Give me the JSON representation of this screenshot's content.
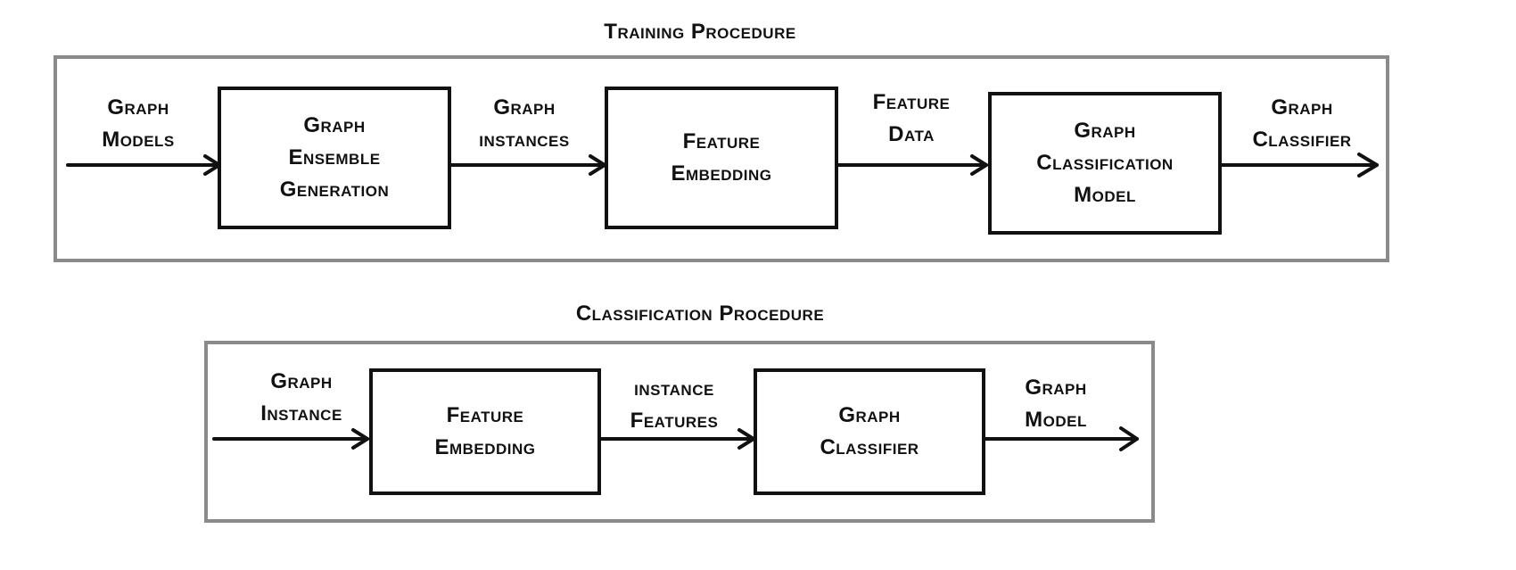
{
  "training": {
    "title": "Training Procedure",
    "input_label": [
      "Graph",
      "Models"
    ],
    "boxes": [
      [
        "Graph",
        "Ensemble",
        "Generation"
      ],
      [
        "Feature",
        "Embedding"
      ],
      [
        "Graph",
        "Classification",
        "Model"
      ]
    ],
    "edge_labels": [
      [
        "Graph",
        "instances"
      ],
      [
        "Feature",
        "Data"
      ]
    ],
    "output_label": [
      "Graph",
      "Classifier"
    ]
  },
  "classification": {
    "title": "Classification Procedure",
    "input_label": [
      "Graph",
      "Instance"
    ],
    "boxes": [
      [
        "Feature",
        "Embedding"
      ],
      [
        "Graph",
        "Classifier"
      ]
    ],
    "edge_labels": [
      [
        "instance",
        "Features"
      ]
    ],
    "output_label": [
      "Graph",
      "Model"
    ]
  },
  "colors": {
    "panel_border": "#8a8a8a",
    "box_border": "#111111",
    "arrow": "#111111"
  }
}
